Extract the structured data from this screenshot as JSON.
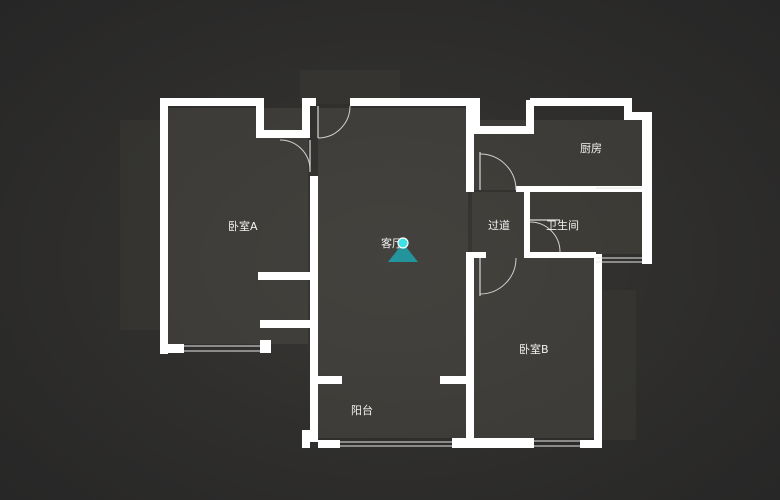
{
  "floorplan": {
    "rooms": [
      {
        "id": "bedroom-a",
        "label": "卧室A"
      },
      {
        "id": "living",
        "label": "客厅"
      },
      {
        "id": "corridor",
        "label": "过道"
      },
      {
        "id": "kitchen",
        "label": "厨房"
      },
      {
        "id": "bathroom",
        "label": "卫生间"
      },
      {
        "id": "bedroom-b",
        "label": "卧室B"
      },
      {
        "id": "balcony",
        "label": "阳台"
      }
    ],
    "colors": {
      "background": "#2c2c2c",
      "wall": "#ffffff",
      "marker": "#3fc6cf",
      "marker_cone": "#1fa3ad"
    },
    "marker_icon": "viewpoint-marker-icon"
  }
}
